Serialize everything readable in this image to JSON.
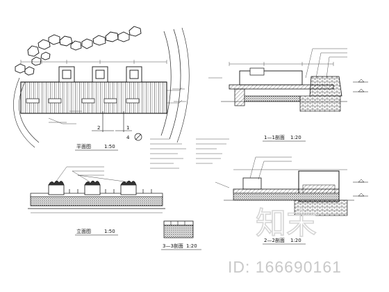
{
  "drawing": {
    "plan_title": "平面图",
    "plan_scale": "1:50",
    "elevation_title": "立面图",
    "elevation_scale": "1:50",
    "section_1_title": "1—1剖面",
    "section_1_scale": "1:20",
    "section_2_title": "2—2剖面",
    "section_2_scale": "1:20",
    "section_3_title": "3—3剖面",
    "section_3_scale": "1:20",
    "plan_dim_1": "2",
    "plan_dim_2": "1",
    "detail_number": "4"
  },
  "watermark": {
    "logo_text": "知末",
    "id_text": "ID: 166690161"
  }
}
